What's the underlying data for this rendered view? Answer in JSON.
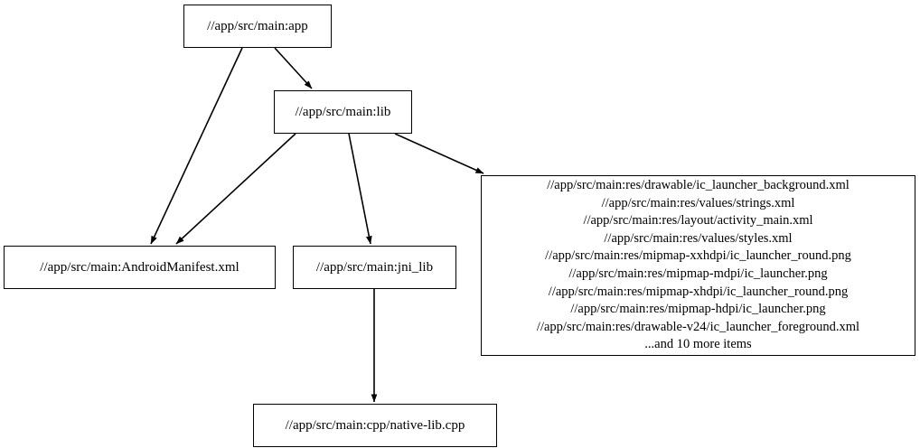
{
  "diagram": {
    "type": "directed-graph",
    "title": "",
    "background_color": "#ffffff",
    "node_border_color": "#000000",
    "edge_color": "#000000",
    "text_color": "#000000"
  },
  "nodes": {
    "app": {
      "label": "//app/src/main:app"
    },
    "lib": {
      "label": "//app/src/main:lib"
    },
    "manifest": {
      "label": "//app/src/main:AndroidManifest.xml"
    },
    "jni_lib": {
      "label": "//app/src/main:jni_lib"
    },
    "native_lib": {
      "label": "//app/src/main:cpp/native-lib.cpp"
    },
    "resources": {
      "lines": [
        "//app/src/main:res/drawable/ic_launcher_background.xml",
        "//app/src/main:res/values/strings.xml",
        "//app/src/main:res/layout/activity_main.xml",
        "//app/src/main:res/values/styles.xml",
        "//app/src/main:res/mipmap-xxhdpi/ic_launcher_round.png",
        "//app/src/main:res/mipmap-mdpi/ic_launcher.png",
        "//app/src/main:res/mipmap-xhdpi/ic_launcher_round.png",
        "//app/src/main:res/mipmap-hdpi/ic_launcher.png",
        "//app/src/main:res/drawable-v24/ic_launcher_foreground.xml",
        "...and 10 more items"
      ]
    }
  },
  "edges": [
    {
      "from": "app",
      "to": "manifest"
    },
    {
      "from": "app",
      "to": "lib"
    },
    {
      "from": "lib",
      "to": "manifest"
    },
    {
      "from": "lib",
      "to": "jni_lib"
    },
    {
      "from": "lib",
      "to": "resources"
    },
    {
      "from": "jni_lib",
      "to": "native_lib"
    }
  ]
}
